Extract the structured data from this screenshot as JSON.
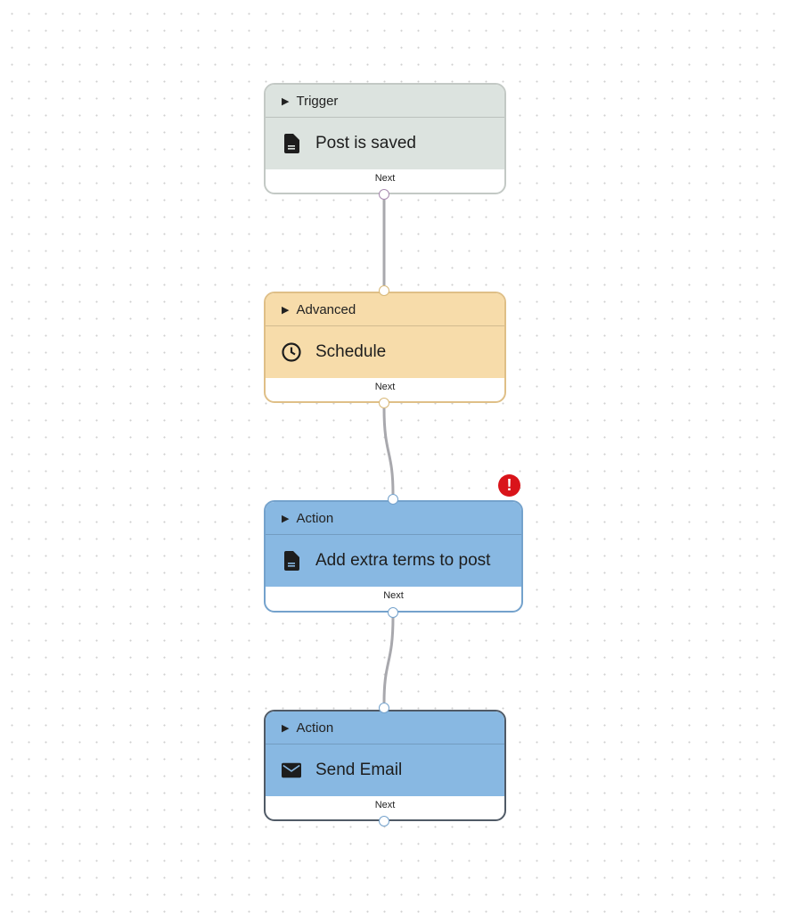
{
  "nodes": [
    {
      "category": "Trigger",
      "title": "Post is saved",
      "icon": "document-icon",
      "footer": "Next",
      "color": "#dce3df",
      "border": "#c3c9c5"
    },
    {
      "category": "Advanced",
      "title": "Schedule",
      "icon": "clock-icon",
      "footer": "Next",
      "color": "#f7dcaa",
      "border": "#dfbf87"
    },
    {
      "category": "Action",
      "title": "Add extra terms to post",
      "icon": "document-icon",
      "footer": "Next",
      "color": "#88b8e2",
      "border": "#74a2cc",
      "error": "!"
    },
    {
      "category": "Action",
      "title": "Send Email",
      "icon": "envelope-icon",
      "footer": "Next",
      "color": "#88b8e2",
      "border": "#505a66"
    }
  ]
}
